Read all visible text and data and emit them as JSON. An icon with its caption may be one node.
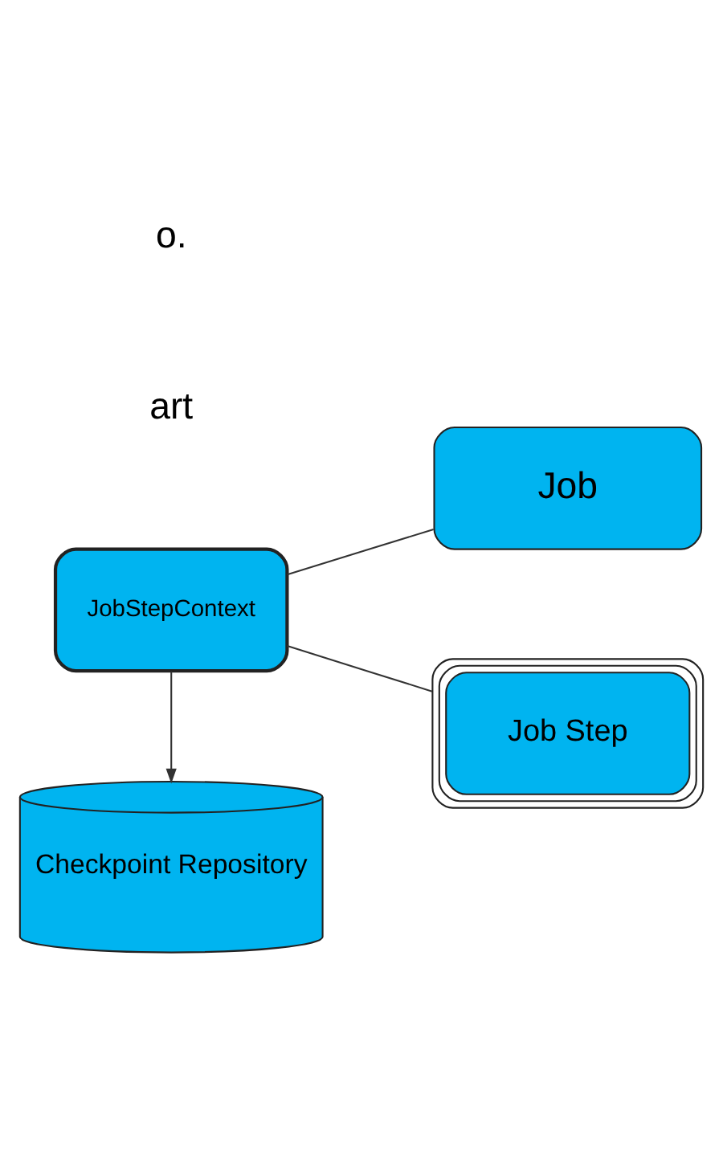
{
  "diagram": {
    "nodes": [
      {
        "text": [
          "JobStepContext"
        ]
      },
      {
        "text": [
          "Job"
        ]
      },
      {
        "text": [
          "Job Step"
        ]
      },
      {
        "text": [
          "Checkpoint Repository"
        ]
      }
    ],
    "edges": [
      {
        "from": 0,
        "to": 1,
        "arrow": "none"
      },
      {
        "from": 0,
        "to": 2,
        "arrow": "none"
      },
      {
        "from": 0,
        "to": 3,
        "arrow": "to"
      }
    ],
    "labels": [
      "o.",
      "art"
    ]
  }
}
